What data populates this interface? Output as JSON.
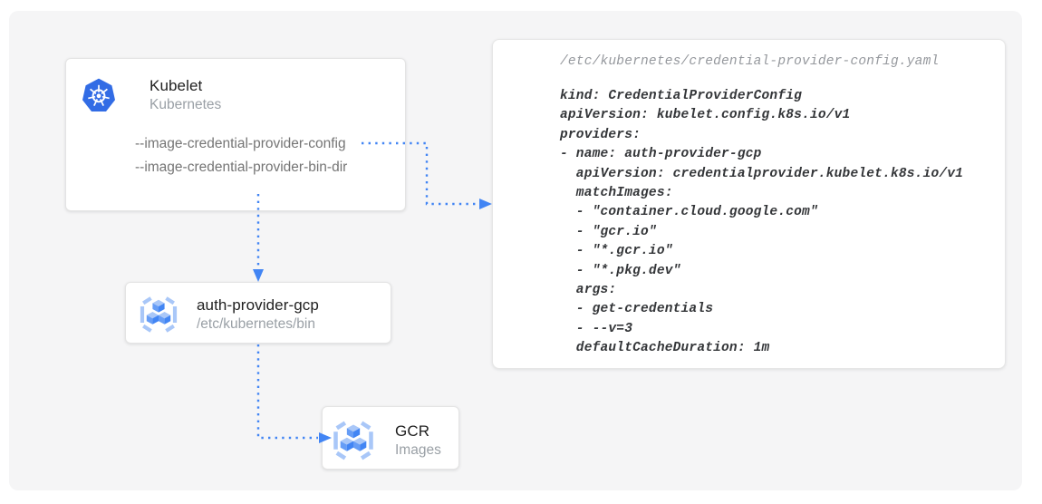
{
  "colors": {
    "background": "#ffffff",
    "panel_background": "#f5f5f6",
    "node_background": "#ffffff",
    "arrow_blue": "#4285f4",
    "kubernetes_blue": "#326ce5",
    "gcr_light_blue": "#a9c7f8",
    "gcr_mid_blue": "#669df6",
    "gcr_dark_blue": "#4285f4",
    "title_text": "#212121",
    "subtitle_text": "#9aa0a6",
    "flag_text": "#757575",
    "code_text": "#343639",
    "code_header_text": "#95989d"
  },
  "nodes": {
    "kubelet": {
      "title": "Kubelet",
      "subtitle": "Kubernetes",
      "icon": "kubernetes-icon",
      "flags": [
        "--image-credential-provider-config",
        "--image-credential-provider-bin-dir"
      ]
    },
    "auth_provider": {
      "title": "auth-provider-gcp",
      "subtitle": "/etc/kubernetes/bin",
      "icon": "gcr-icon"
    },
    "gcr": {
      "title": "GCR",
      "subtitle": "Images",
      "icon": "gcr-icon"
    }
  },
  "code_panel": {
    "header": "/etc/kubernetes/credential-provider-config.yaml",
    "lines": [
      "kind: CredentialProviderConfig",
      "apiVersion: kubelet.config.k8s.io/v1",
      "providers:",
      "- name: auth-provider-gcp",
      "  apiVersion: credentialprovider.kubelet.k8s.io/v1",
      "  matchImages:",
      "  - \"container.cloud.google.com\"",
      "  - \"gcr.io\"",
      "  - \"*.gcr.io\"",
      "  - \"*.pkg.dev\"",
      "  args:",
      "  - get-credentials",
      "  - --v=3",
      "  defaultCacheDuration: 1m"
    ]
  },
  "edges": [
    {
      "from": "kubelet --image-credential-provider-config flag",
      "to": "credential provider config yaml panel",
      "style": "dotted-arrow"
    },
    {
      "from": "kubelet",
      "to": "auth-provider-gcp",
      "style": "dotted-arrow"
    },
    {
      "from": "auth-provider-gcp",
      "to": "gcr-images",
      "style": "dotted-arrow"
    }
  ]
}
